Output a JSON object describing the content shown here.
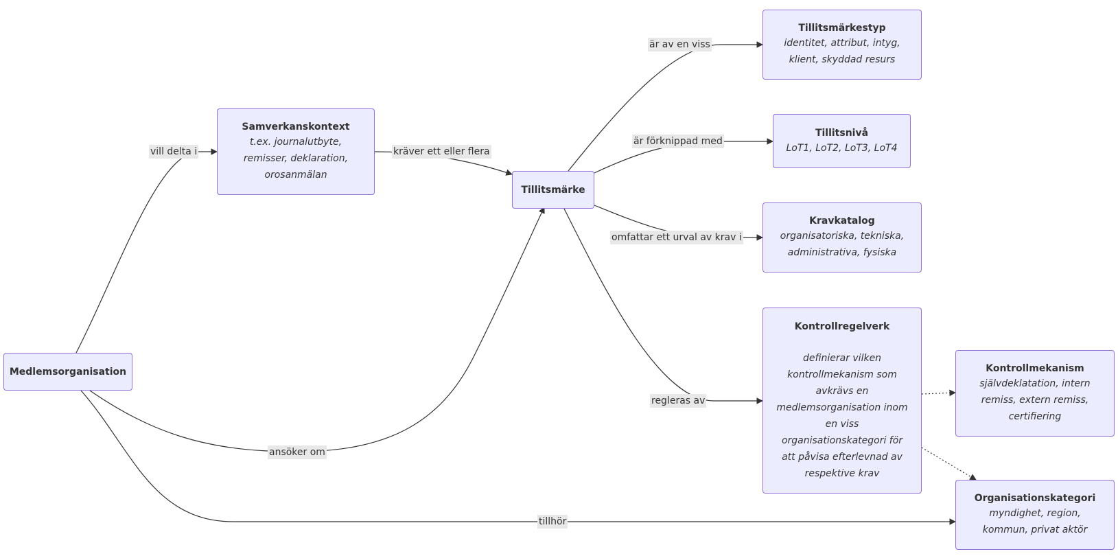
{
  "nodes": {
    "medlemsorganisation": {
      "title": "Medlemsorganisation"
    },
    "samverkanskontext": {
      "title": "Samverkanskontext",
      "lines": [
        "t.ex. journalutbyte,",
        "remisser, deklaration,",
        "orosanmälan"
      ]
    },
    "tillitsmarke": {
      "title": "Tillitsmärke"
    },
    "tillitsmarkestyp": {
      "title": "Tillitsmärkestyp",
      "lines": [
        "identitet, attribut, intyg,",
        "klient, skyddad resurs"
      ]
    },
    "tillitsniva": {
      "title": "Tillitsnivå",
      "lines": [
        "LoT1, LoT2, LoT3, LoT4"
      ]
    },
    "kravkatalog": {
      "title": "Kravkatalog",
      "lines": [
        "organisatoriska, tekniska,",
        "administrativa, fysiska"
      ]
    },
    "kontrollregelverk": {
      "title": "Kontrollregelverk",
      "lines": [
        "definierar vilken",
        "kontrollmekanism som",
        "avkrävs en",
        "medlemsorganisation inom",
        "en viss",
        "organisationskategori för",
        "att påvisa efterlevnad av",
        "respektive krav"
      ]
    },
    "kontrollmekanism": {
      "title": "Kontrollmekanism",
      "lines": [
        "självdeklatation, intern",
        "remiss, extern remiss,",
        "certifiering"
      ]
    },
    "organisationskategori": {
      "title": "Organisationskategori",
      "lines": [
        "myndighet, region,",
        "kommun, privat aktör"
      ]
    }
  },
  "edges": {
    "vill_delta_i": "vill delta i",
    "kraver_ett_eller_flera": "kräver ett eller flera",
    "ansoker_om": "ansöker om",
    "tillhor": "tillhör",
    "ar_av_en_viss": "är av en viss",
    "ar_forknippad_med": "är förknippad med",
    "omfattar_ett_urval_av_krav_i": "omfattar ett urval av krav i",
    "regleras_av": "regleras av"
  },
  "colors": {
    "node_fill": "#ececff",
    "node_border": "#9370db",
    "edge": "#333333",
    "label_bg": "#e8e8e8"
  }
}
